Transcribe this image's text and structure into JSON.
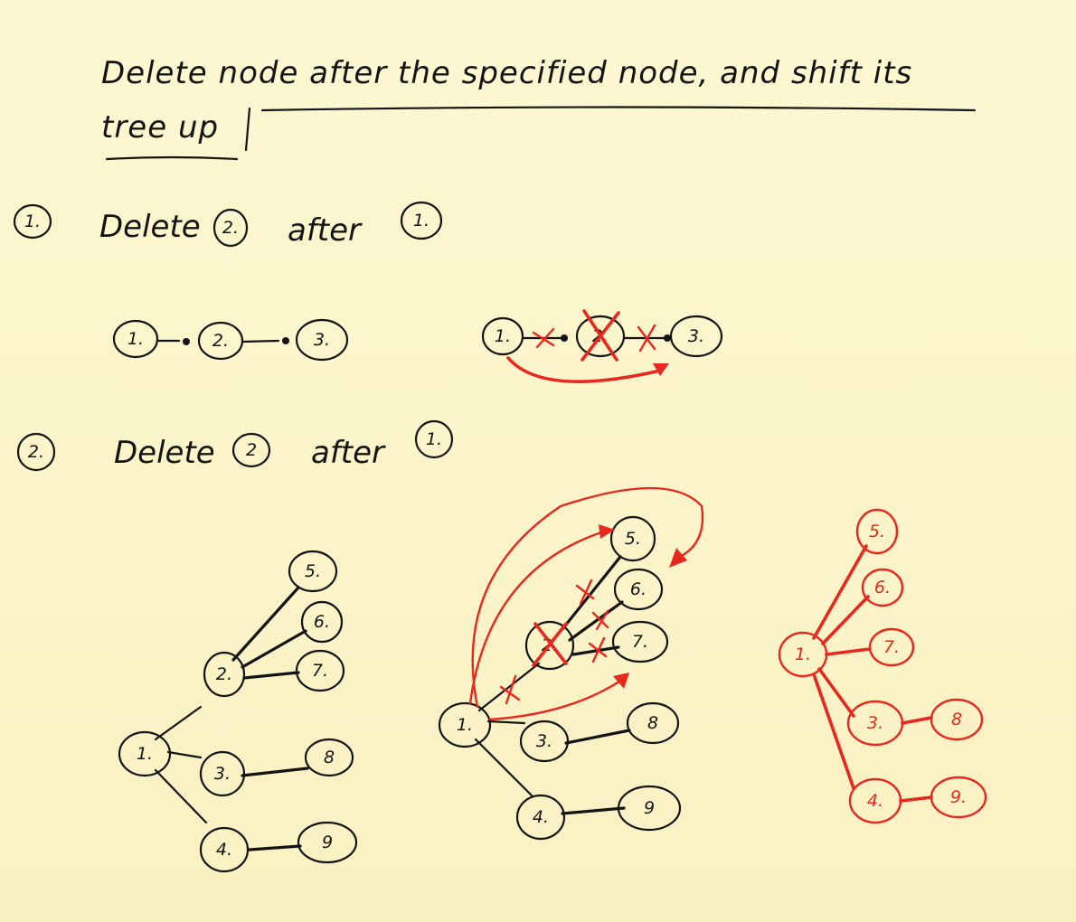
{
  "title": {
    "line1": "Delete node after the specified node, and shift its",
    "line2": "tree up"
  },
  "steps": [
    {
      "number": "1.",
      "text_before": "Delete",
      "node_a": "2.",
      "text_middle": "after",
      "node_b": "1."
    },
    {
      "number": "2.",
      "text_before": "Delete",
      "node_a": "2",
      "text_middle": "after",
      "node_b": "1."
    }
  ],
  "list_before": [
    "1.",
    "2.",
    "3."
  ],
  "list_after": [
    "1.",
    "2.",
    "3."
  ],
  "tree_before": {
    "root": "1.",
    "nodes": [
      "2.",
      "3.",
      "4.",
      "5.",
      "6.",
      "7.",
      "8",
      "9"
    ]
  },
  "tree_during": {
    "root": "1.",
    "nodes": [
      "2.",
      "3.",
      "4.",
      "5.",
      "6.",
      "7.",
      "8",
      "9"
    ]
  },
  "tree_after": {
    "root": "1.",
    "nodes": [
      "3.",
      "4.",
      "5.",
      "6.",
      "7.",
      "8",
      "9."
    ]
  },
  "colors": {
    "ink": "#141414",
    "correction": "#e8281e",
    "paper": "#fbf5c9"
  }
}
